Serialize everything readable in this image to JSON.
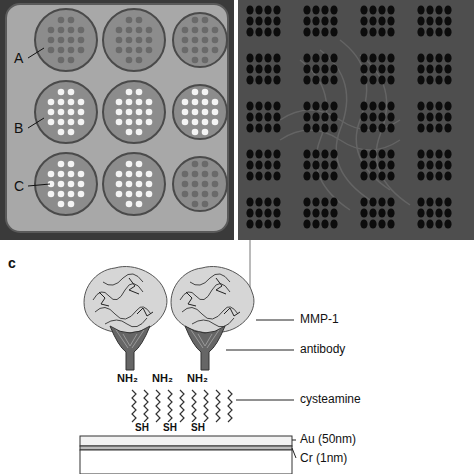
{
  "diagram": {
    "labels": [
      "A",
      "B",
      "C",
      "c",
      "MMP-1",
      "antibody",
      "NH₂",
      "NH₂",
      "NH₂",
      "cysteamine",
      "SH",
      "SH",
      "SH",
      "Au (50nm)",
      "Cr (1nm)"
    ]
  }
}
